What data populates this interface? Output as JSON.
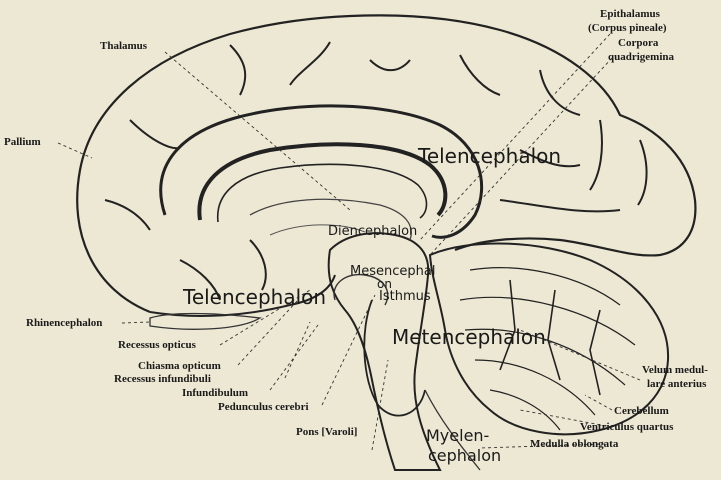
{
  "labels": {
    "thalamus": "Thalamus",
    "epithalamus": "Epithalamus",
    "corpus_pineale": "(Corpus pineale)",
    "corpora": "Corpora",
    "quadrigemina": "quadrigemina",
    "pallium": "Pallium",
    "rhinencephalon": "Rhinencephalon",
    "recessus_opticus": "Recessus opticus",
    "chiasma_opticum": "Chiasma opticum",
    "recessus_infundibuli": "Recessus infundibuli",
    "infundibulum": "Infundibulum",
    "pedunculus_cerebri": "Pedunculus cerebri",
    "pons": "Pons [Varoli]",
    "velum_1": "Velum medul-",
    "velum_2": "lare anterius",
    "cerebellum": "Cerebellum",
    "ventriculus": "Ventriculus quartus",
    "medulla": "Medulla oblongata"
  },
  "regions": {
    "telencephalon_upper": "Telencephalon",
    "telencephalon_lower": "Telencephalon",
    "diencephalon": "Diencephalon",
    "mesencephalon_1": "Mesencephal",
    "mesencephalon_2": "on",
    "isthmus": "Isthmus",
    "metencephalon": "Metencephalon",
    "myelencephalon_1": "Myelen-",
    "myelencephalon_2": "cephalon"
  }
}
